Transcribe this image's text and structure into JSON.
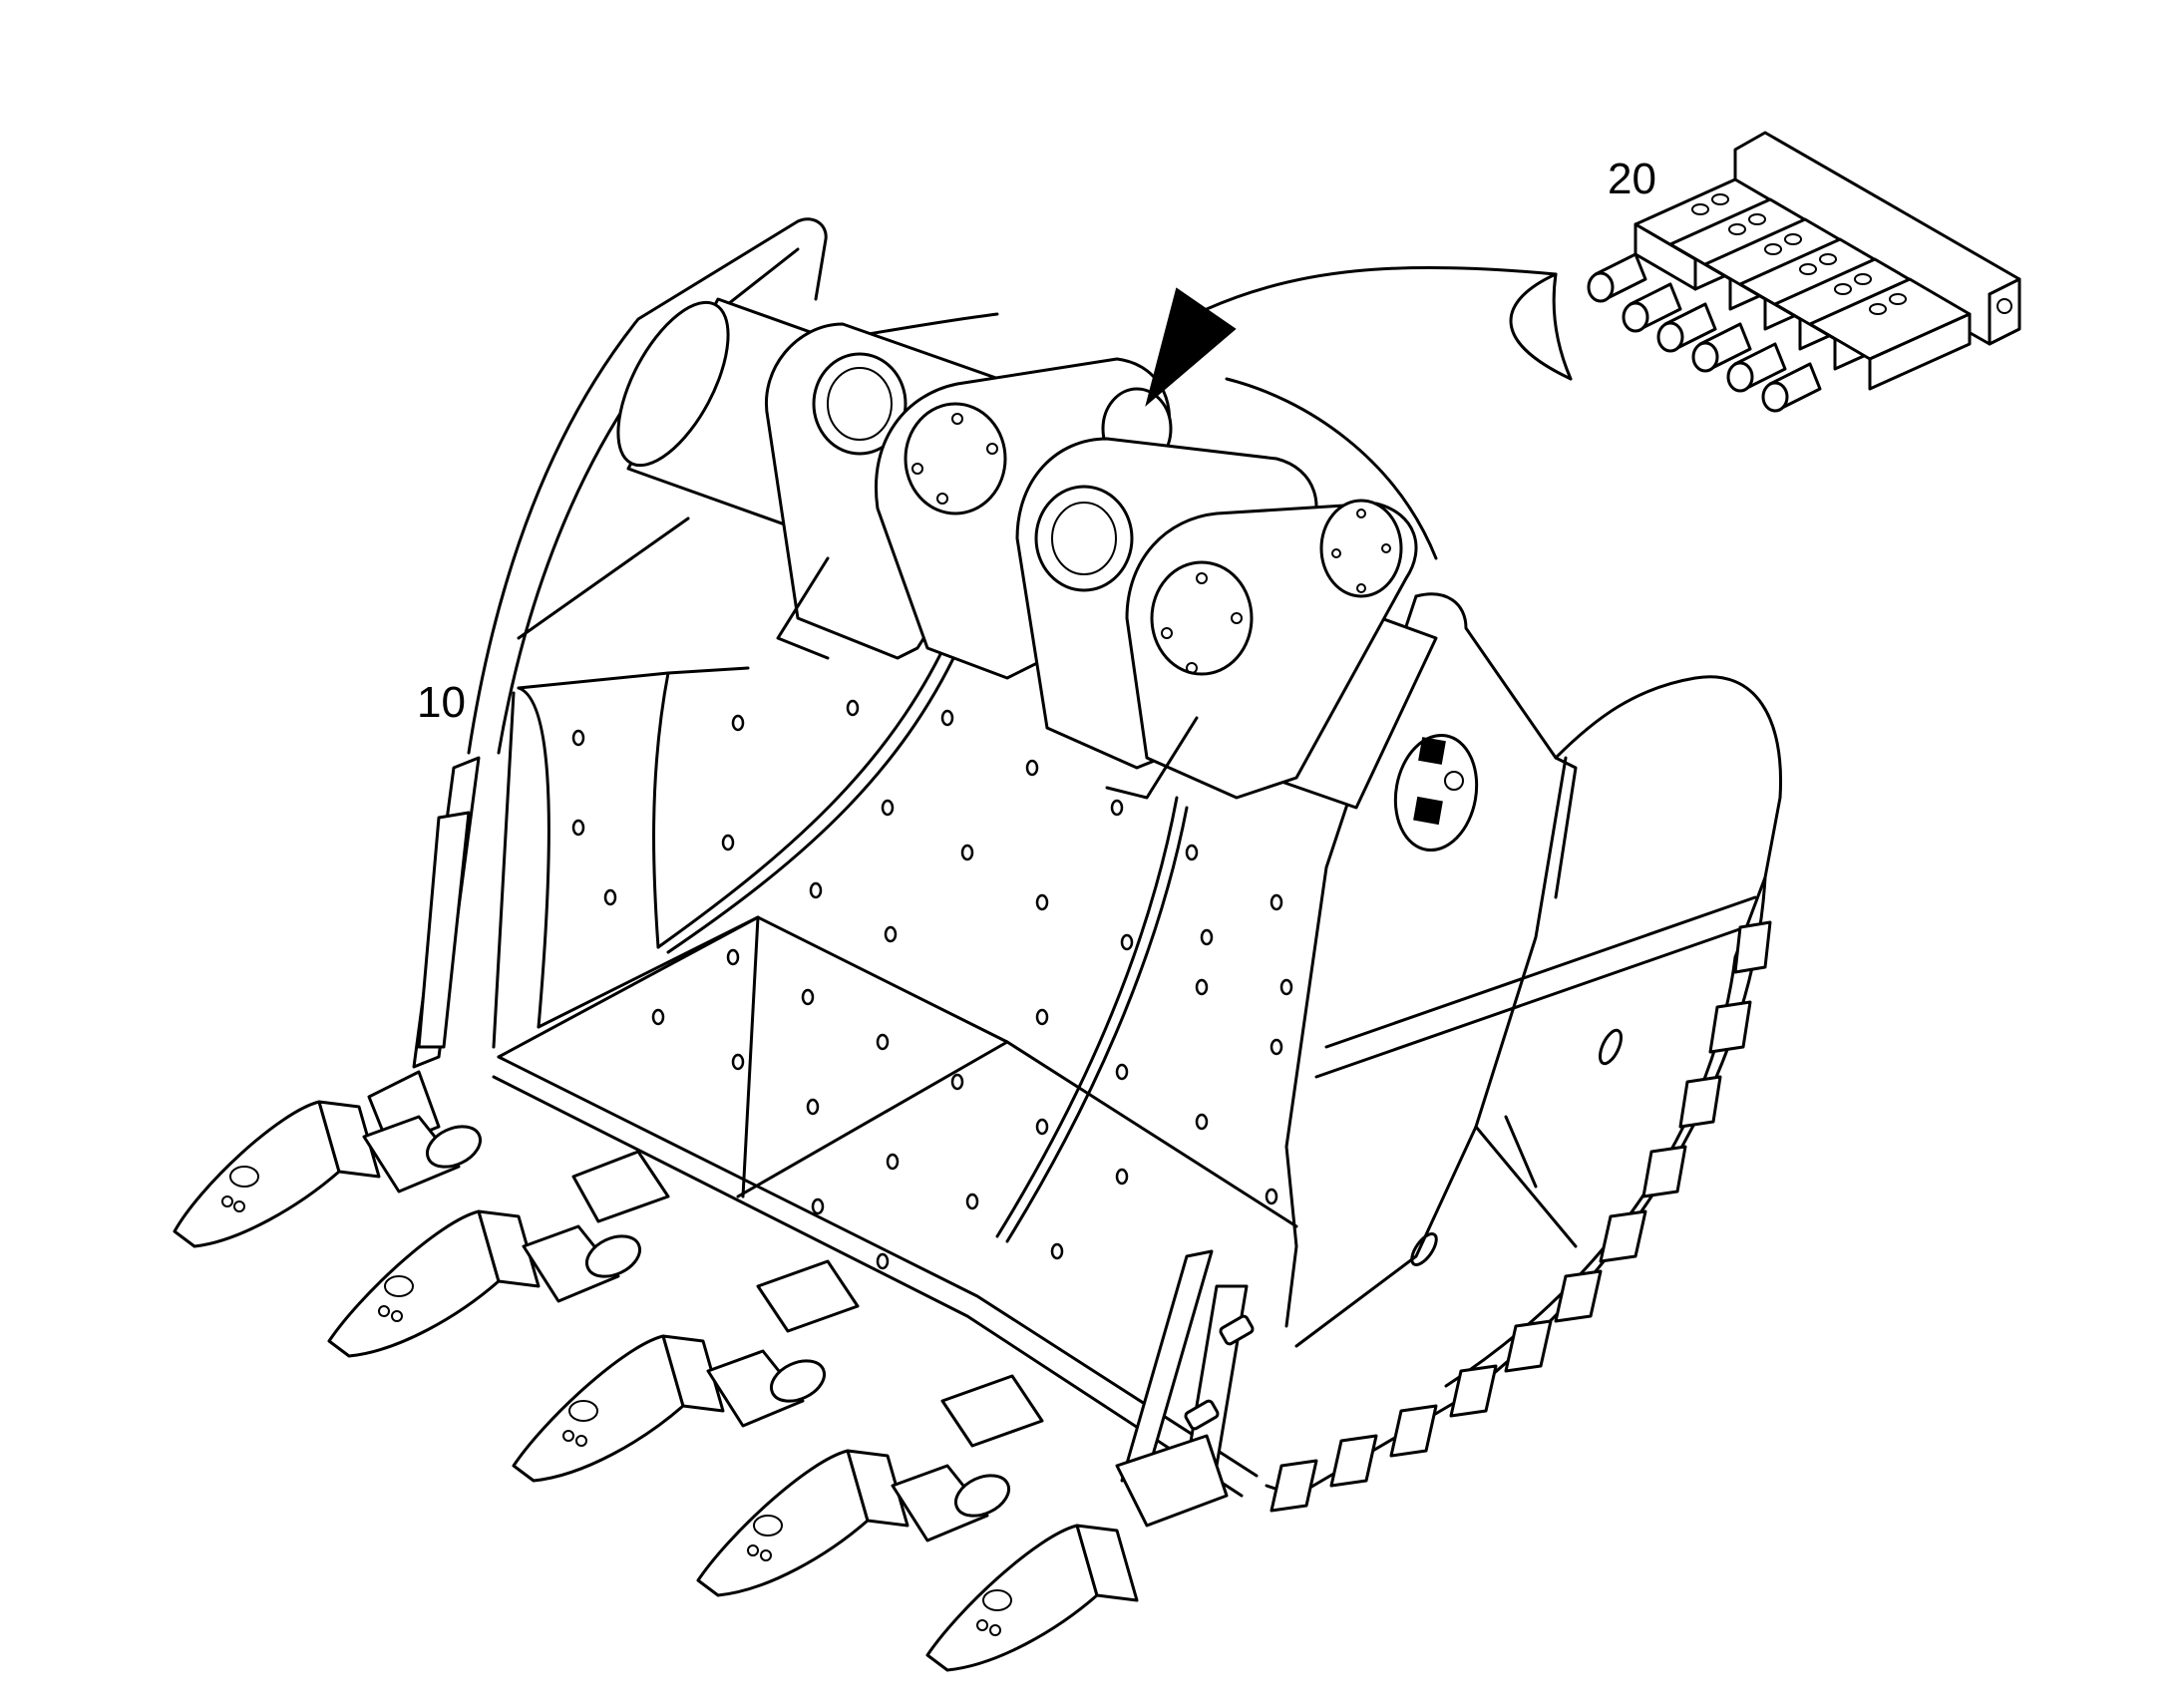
{
  "figure": {
    "callouts": [
      {
        "id": "10",
        "text": "10"
      },
      {
        "id": "20",
        "text": "20"
      }
    ],
    "colors": {
      "line": "#000000",
      "background": "#ffffff"
    }
  }
}
